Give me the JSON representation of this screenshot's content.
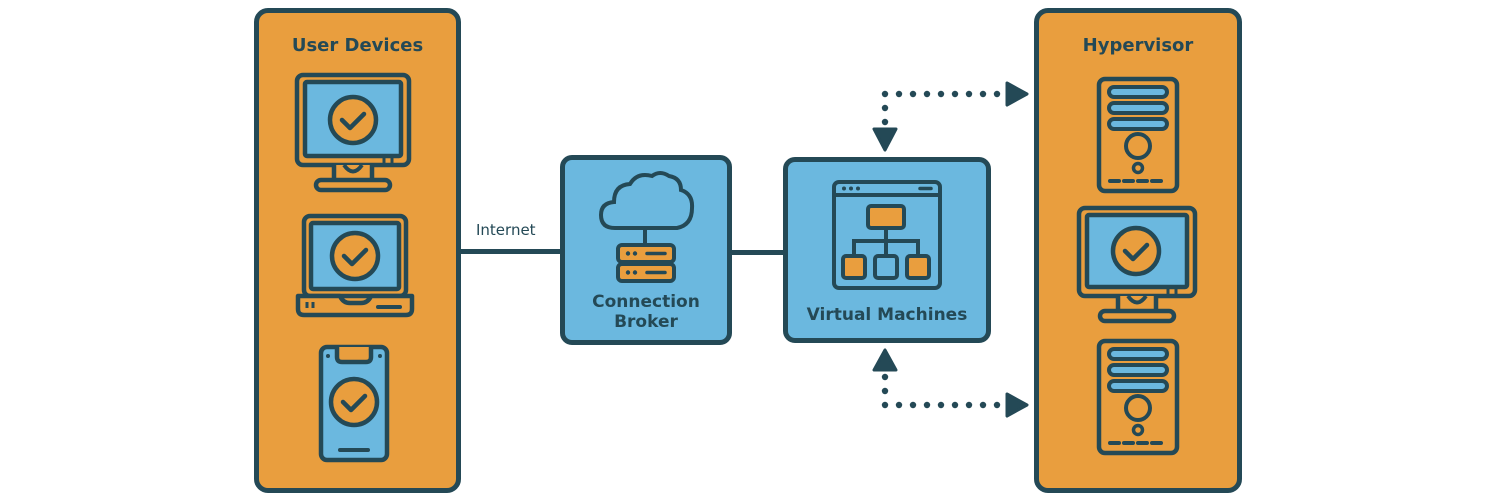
{
  "left_panel": {
    "title": "User Devices",
    "devices": [
      "desktop-monitor",
      "laptop",
      "smartphone"
    ]
  },
  "connector_label": "Internet",
  "connection_broker": {
    "label_line1": "Connection",
    "label_line2": "Broker",
    "icon": "cloud-server-icon"
  },
  "virtual_machines": {
    "label": "Virtual Machines",
    "icon": "browser-hierarchy-icon"
  },
  "right_panel": {
    "title": "Hypervisor",
    "devices": [
      "server-tower",
      "desktop-monitor",
      "server-tower"
    ]
  },
  "colors": {
    "orange": "#E99E3E",
    "blue": "#6BB8DF",
    "dark": "#244956"
  }
}
